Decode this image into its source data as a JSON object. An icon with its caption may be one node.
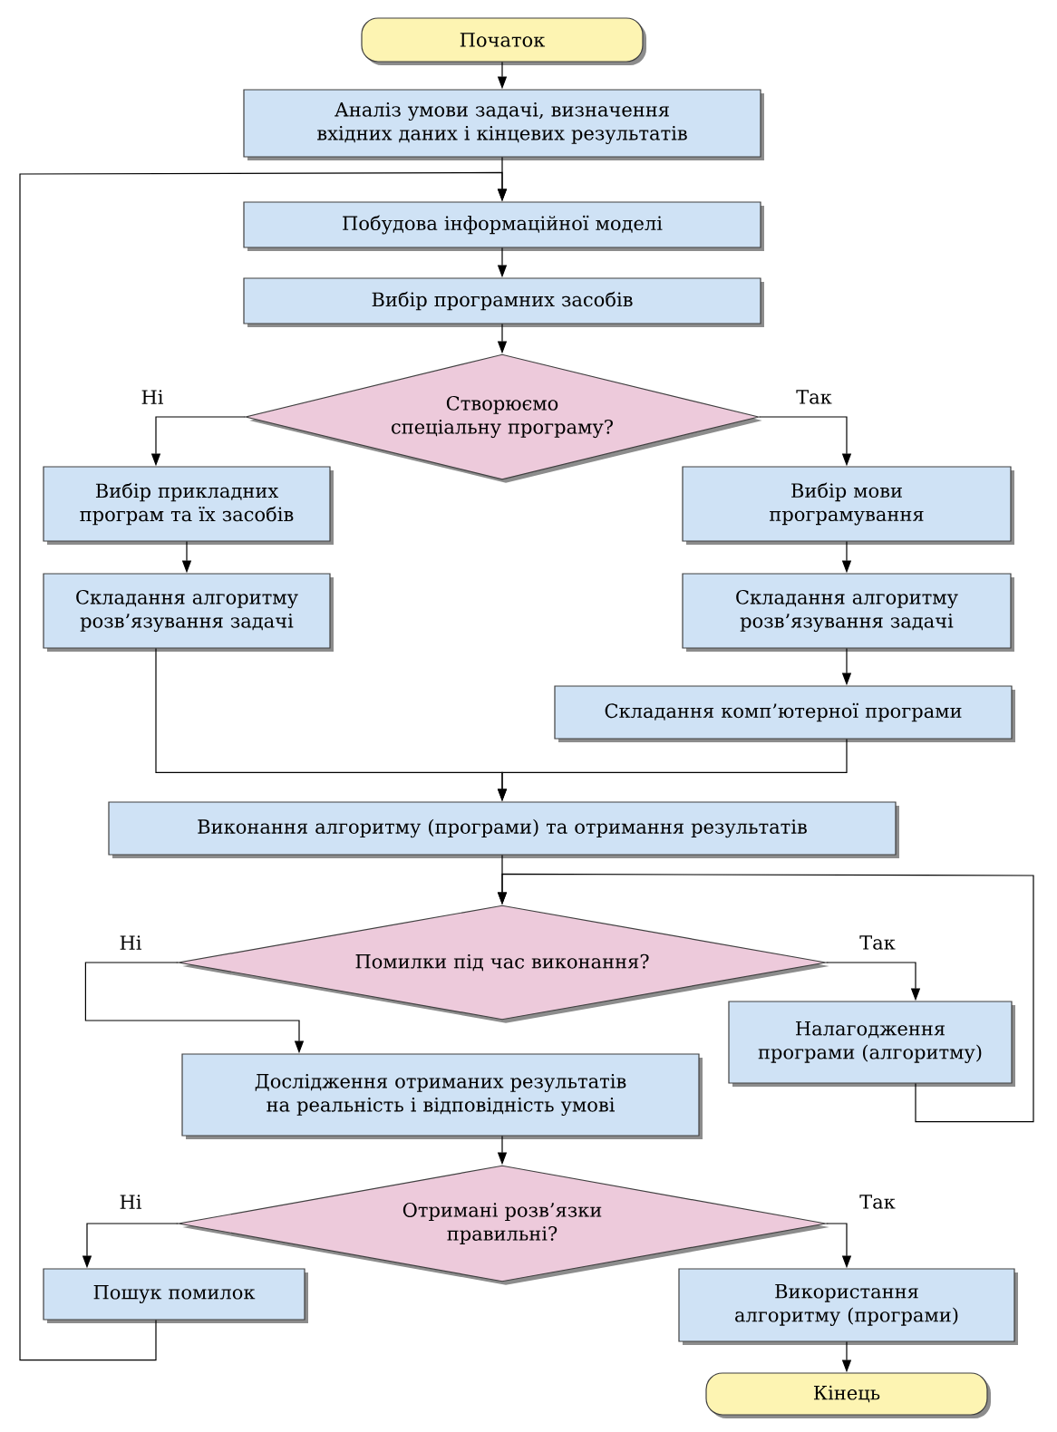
{
  "diagram": {
    "nodes": [
      {
        "text": [
          "Початок"
        ]
      },
      {
        "text": [
          "Аналіз умови задачі, визначення вхідних даних і кінцевих результатів"
        ]
      },
      {
        "text": [
          "Побудова інформаційної моделі"
        ]
      },
      {
        "text": [
          "Вибір програмних засобів"
        ]
      },
      {
        "text": [
          "Створюємо спеціальну програму?"
        ]
      },
      {
        "text": [
          "Вибір прикладних програм та їх засобів"
        ]
      },
      {
        "text": [
          "Вибір мови програмування"
        ]
      },
      {
        "text": [
          "Складання алгоритму розв’язування задачі"
        ]
      },
      {
        "text": [
          "Складання алгоритму розв’язування задачі"
        ]
      },
      {
        "text": [
          "Складання комп’ютерної програми"
        ]
      },
      {
        "text": [
          "Виконання алгоритму (програми) та отримання результатів"
        ]
      },
      {
        "text": [
          "Помилки під час виконання?"
        ]
      },
      {
        "text": [
          "Налагодження програми (алгоритму)"
        ]
      },
      {
        "text": [
          "Дослідження отриманих результатів на реальність і відповідність умові"
        ]
      },
      {
        "text": [
          "Отримані розв’язки правильні?"
        ]
      },
      {
        "text": [
          "Пошук помилок"
        ]
      },
      {
        "text": [
          "Використання алгоритму (програми)"
        ]
      },
      {
        "text": [
          "Кінець"
        ]
      }
    ],
    "edges": [
      {
        "from": 0,
        "to": 1,
        "arrow": "to"
      },
      {
        "from": 1,
        "to": 2,
        "arrow": "to"
      },
      {
        "from": 2,
        "to": 3,
        "arrow": "to"
      },
      {
        "from": 3,
        "to": 4,
        "arrow": "to"
      },
      {
        "from": 4,
        "to": 5,
        "arrow": "to",
        "label": "Ні"
      },
      {
        "from": 4,
        "to": 6,
        "arrow": "to",
        "label": "Так"
      },
      {
        "from": 5,
        "to": 7,
        "arrow": "to"
      },
      {
        "from": 6,
        "to": 8,
        "arrow": "to"
      },
      {
        "from": 8,
        "to": 9,
        "arrow": "to"
      },
      {
        "from": 7,
        "to": 10,
        "arrow": "to"
      },
      {
        "from": 9,
        "to": 10,
        "arrow": "to"
      },
      {
        "from": 10,
        "to": 11,
        "arrow": "to"
      },
      {
        "from": 11,
        "to": 12,
        "arrow": "to",
        "label": "Так"
      },
      {
        "from": 11,
        "to": 13,
        "arrow": "to",
        "label": "Ні"
      },
      {
        "from": 12,
        "to": 11,
        "arrow": "to"
      },
      {
        "from": 13,
        "to": 14,
        "arrow": "to"
      },
      {
        "from": 14,
        "to": 15,
        "arrow": "to",
        "label": "Ні"
      },
      {
        "from": 14,
        "to": 16,
        "arrow": "to",
        "label": "Так"
      },
      {
        "from": 16,
        "to": 17,
        "arrow": "to"
      },
      {
        "from": 15,
        "to": 2,
        "arrow": "to"
      }
    ]
  }
}
